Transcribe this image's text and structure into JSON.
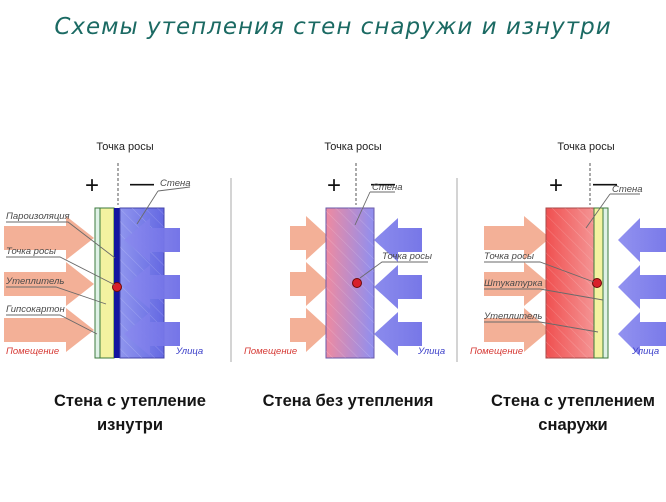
{
  "title": "Схемы утепления стен снаружи и изнутри",
  "plus": "+",
  "minus": "—",
  "panels": [
    {
      "dew_heading": "Точка росы",
      "caption_line1": "Стена с утепление",
      "caption_line2": "изнутри",
      "labels": [
        "Пароизоляция",
        "Точка росы",
        "Утеплитель",
        "Гипсокартон"
      ],
      "wall_label": "Стена",
      "room_label": "Помещение",
      "street_label": "Улица"
    },
    {
      "dew_heading": "Точка росы",
      "caption_line1": "Стена без утепления",
      "wall_label": "Стена",
      "dew_label": "Точка росы",
      "room_label": "Помещение",
      "street_label": "Улица"
    },
    {
      "dew_heading": "Точка росы",
      "caption_line1": "Стена с утеплением",
      "caption_line2": "снаружи",
      "labels": [
        "Точка росы",
        "Штукатурка",
        "Утеплитель"
      ],
      "wall_label": "Стена",
      "room_label": "Помещение",
      "street_label": "Улица"
    }
  ],
  "colors": {
    "title": "#1b6a63",
    "warm_arrow": "#f2a98e",
    "cold_arrow": "#7f7ff0",
    "wall_cold": "#6c70e6",
    "wall_warm": "#ef5a5a",
    "insulation": "#f4f2a0",
    "vapor_barrier": "#1414a0",
    "dew_point": "#d8202a",
    "room_label": "#d63a35",
    "street_label": "#3b3fc9"
  }
}
